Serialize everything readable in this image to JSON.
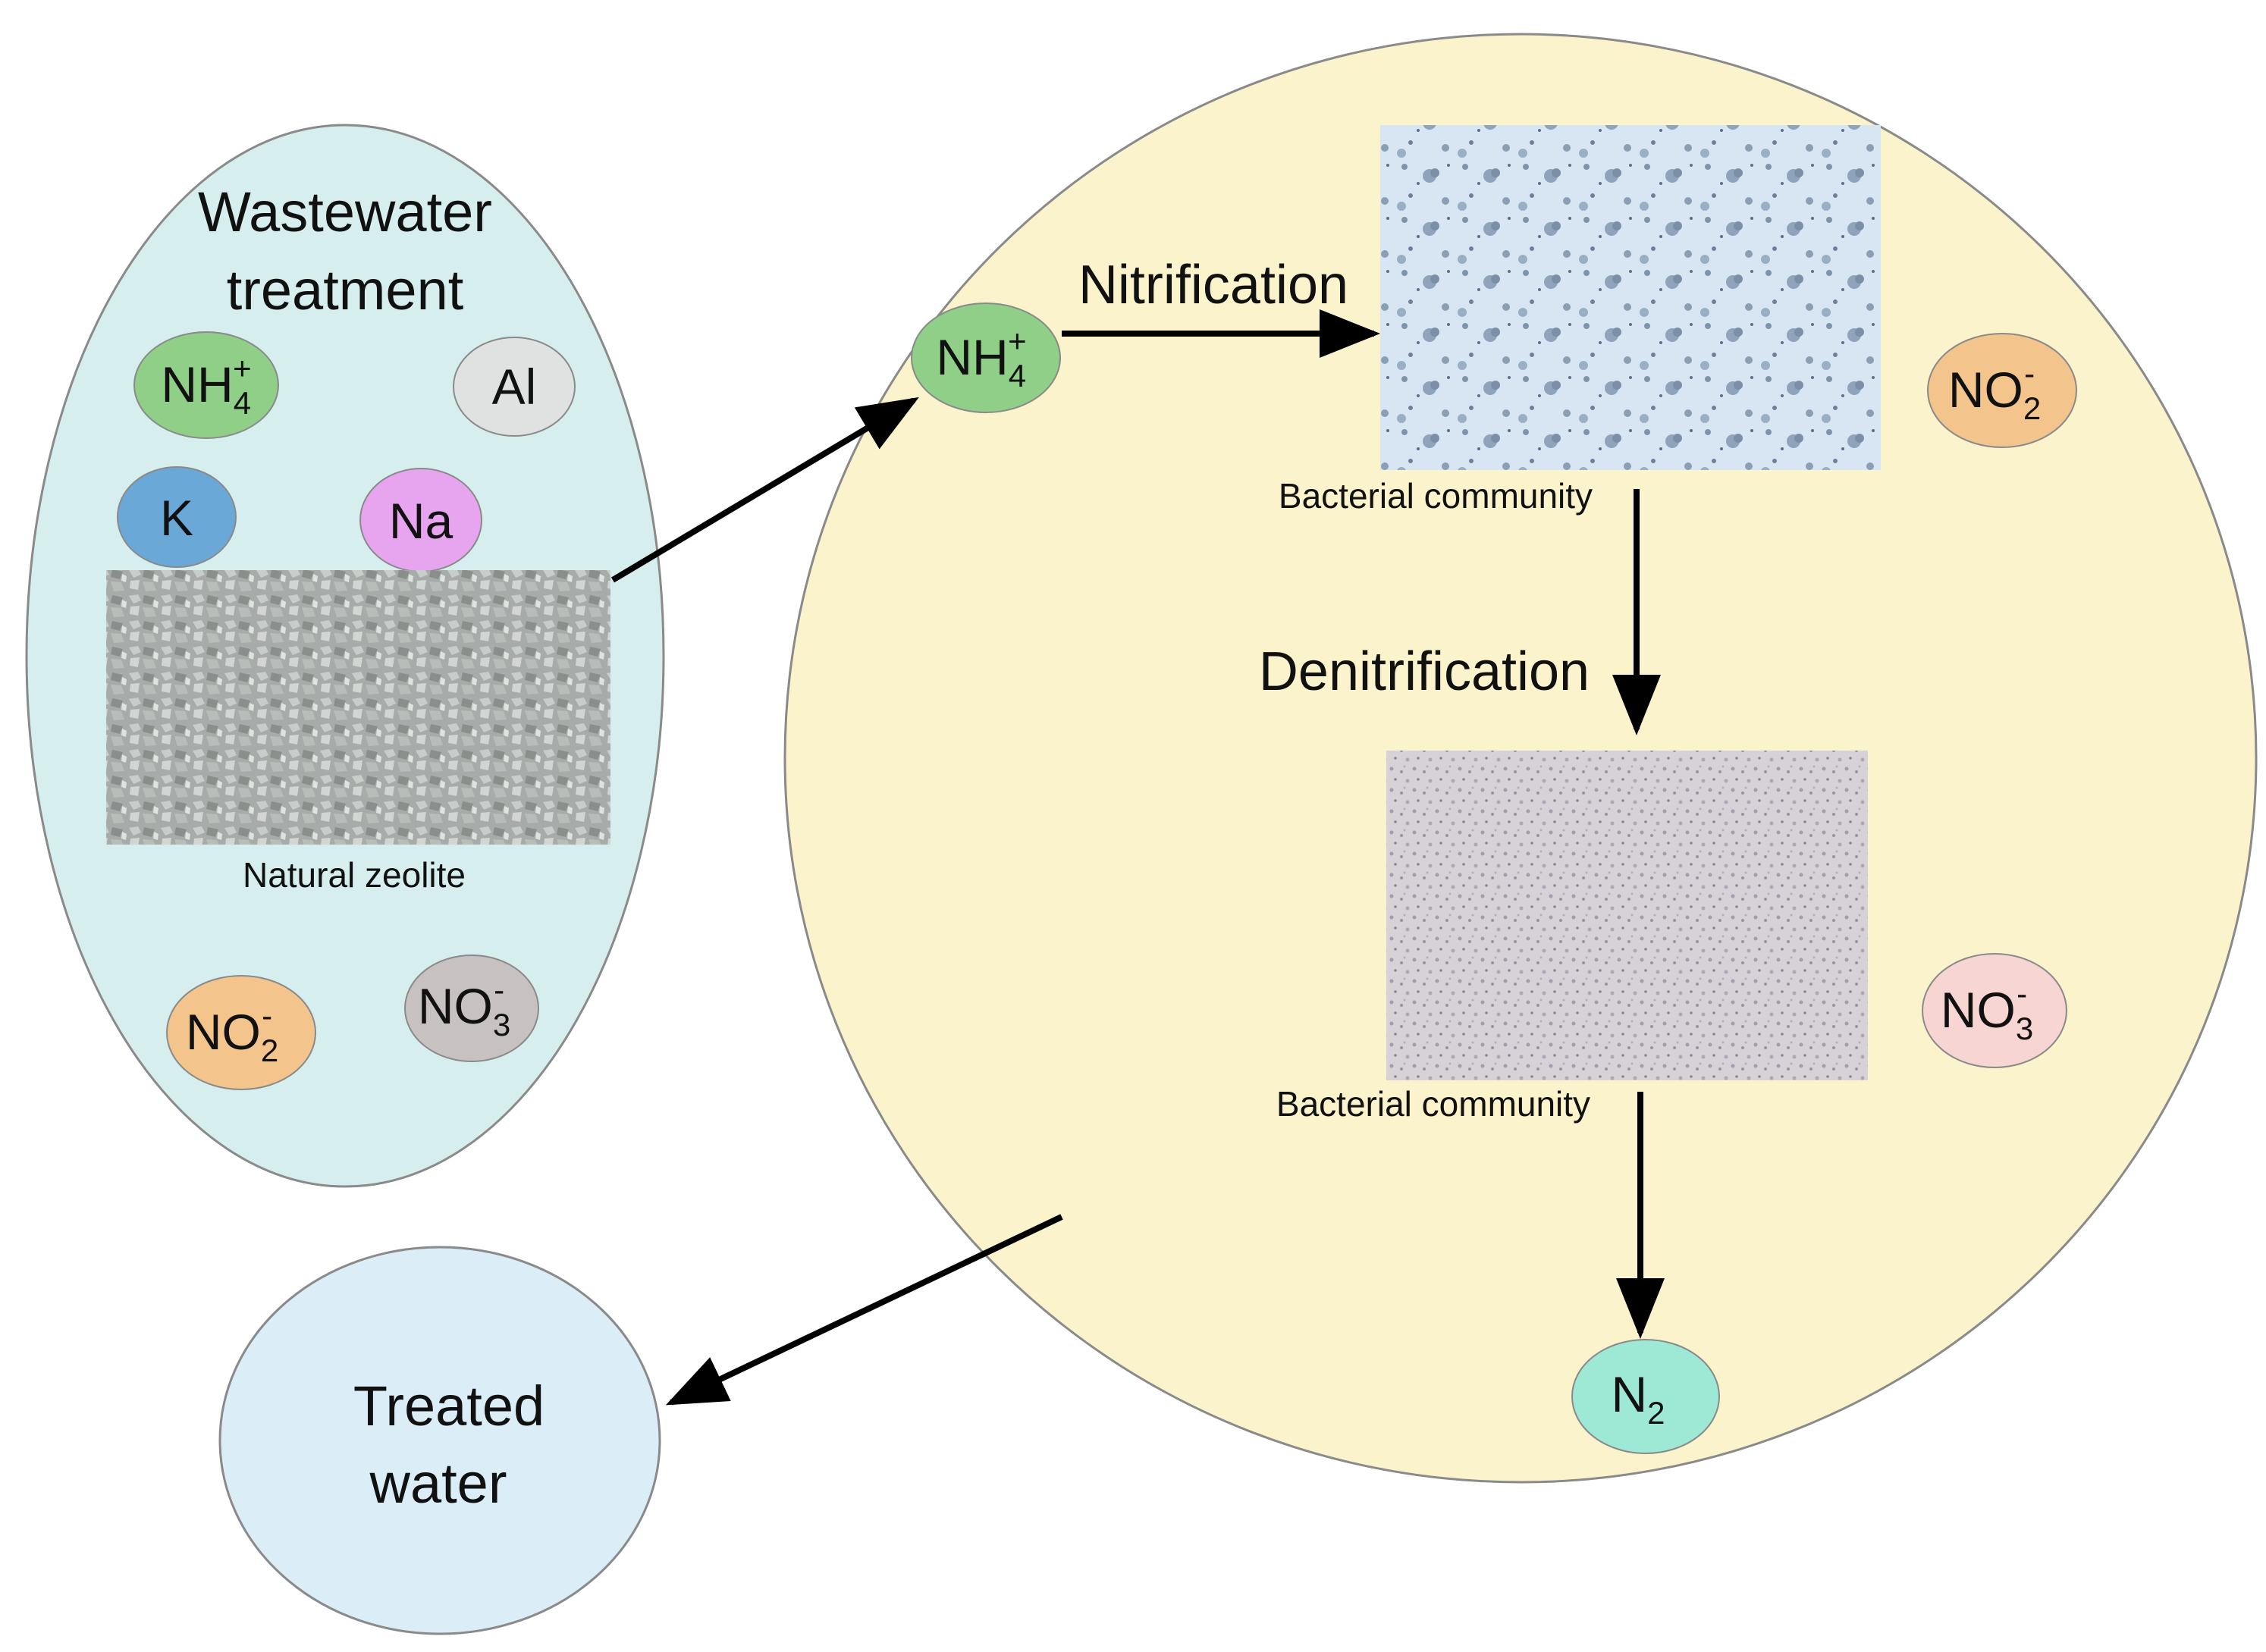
{
  "colors": {
    "wastewater_bg": "#d6efee",
    "reactor_bg": "#fbf3cc",
    "treated_bg": "#dbeef8",
    "nh4": "#8fcf88",
    "al": "#e0e2e2",
    "k": "#6aa8d8",
    "na": "#e7a4ef",
    "no2": "#f3c58c",
    "no3_gray": "#c8c1c1",
    "no3_pink": "#f6d5d2",
    "n2": "#9ee9d6",
    "outline": "#8a8a8a",
    "arrow": "#000000"
  },
  "wastewater": {
    "title_line1": "Wastewater",
    "title_line2": "treatment",
    "ions": {
      "nh4": {
        "base": "NH",
        "sub": "4",
        "sup": "+"
      },
      "al": {
        "base": "Al"
      },
      "k": {
        "base": "K"
      },
      "na": {
        "base": "Na"
      },
      "no2": {
        "base": "NO",
        "sub": "2",
        "sup": "-"
      },
      "no3": {
        "base": "NO",
        "sub": "3",
        "sup": "-"
      }
    },
    "zeolite_caption": "Natural zeolite"
  },
  "reactor": {
    "nh4": {
      "base": "NH",
      "sub": "4",
      "sup": "+"
    },
    "nitrification_label": "Nitrification",
    "denitrification_label": "Denitrification",
    "bacteria_caption_1": "Bacterial community",
    "bacteria_caption_2": "Bacterial community",
    "no2": {
      "base": "NO",
      "sub": "2",
      "sup": "-"
    },
    "no3": {
      "base": "NO",
      "sub": "3",
      "sup": "-"
    },
    "n2": {
      "base": "N",
      "sub": "2"
    }
  },
  "treated": {
    "line1": "Treated",
    "line2": "water"
  }
}
